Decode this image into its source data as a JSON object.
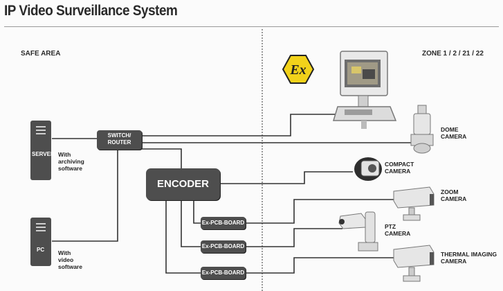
{
  "title": "IP Video Surveillance System",
  "areas": {
    "safe": "SAFE AREA",
    "zone": "ZONE 1 / 2 / 21 / 22"
  },
  "ex_symbol": "Ex",
  "devices": {
    "server": {
      "label": "SERVER",
      "note": "With\narchiving\nsoftware"
    },
    "pc": {
      "label": "PC",
      "note": "With\nvideo\nsoftware"
    },
    "switch": "SWITCH/\nROUTER",
    "encoder": "ENCODER",
    "boards": [
      "Ex-PCB-BOARD",
      "Ex-PCB-BOARD",
      "Ex-PCB-BOARD"
    ]
  },
  "cameras": {
    "dome": "DOME\nCAMERA",
    "compact": "COMPACT\nCAMERA",
    "zoom": "ZOOM\nCAMERA",
    "ptz": "PTZ\nCAMERA",
    "thermal": "THERMAL IMAGING\nCAMERA"
  },
  "colors": {
    "box": "#4e4e4e",
    "ex_yellow": "#f2d21a",
    "line": "#333333"
  }
}
